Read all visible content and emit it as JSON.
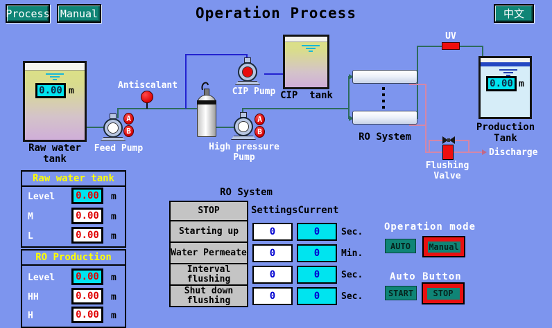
{
  "colors": {
    "background": "#7d95ee",
    "button_teal": "#0f8576",
    "pipe_green": "#2d6b5c",
    "pipe_blue": "#2222d0",
    "pipe_pink": "#d487a8",
    "alarm_red": "#ee0e0e",
    "display_cyan": "#00e4ef",
    "panel_header_yellow": "#ffff00",
    "value_red": "#e00000",
    "value_blue": "#0000d0",
    "table_gray": "#c4c4c4"
  },
  "header": {
    "process_button": "Process",
    "manual_button": "Manual",
    "title": "Operation Process",
    "language_button": "中文"
  },
  "diagram": {
    "raw_water_tank_label": "Raw water tank",
    "raw_water_tank_level": "0.00",
    "raw_water_tank_unit": "m",
    "feed_pump_label": "Feed Pump",
    "antiscalant_label": "Antiscalant",
    "pump_indicator_a": "A",
    "pump_indicator_b": "B",
    "cip_pump_label": "CIP Pump",
    "cip_tank_label": "CIP  tank",
    "high_pressure_pump_label": "High pressure Pump",
    "ro_system_label": "RO System",
    "uv_label": "UV",
    "production_tank_label": "Production Tank",
    "production_tank_level": "0.00",
    "production_tank_unit": "m",
    "flushing_valve_label": "Flushing Valve",
    "discharge_label": "Discharge"
  },
  "raw_water_panel": {
    "title": "Raw water tank",
    "rows": [
      {
        "label": "Level",
        "value": "0.00",
        "unit": "m"
      },
      {
        "label": "M",
        "value": "0.00",
        "unit": "m"
      },
      {
        "label": "L",
        "value": "0.00",
        "unit": "m"
      }
    ]
  },
  "ro_production_panel": {
    "title": "RO Production",
    "rows": [
      {
        "label": "Level",
        "value": "0.00",
        "unit": "m"
      },
      {
        "label": "HH",
        "value": "0.00",
        "unit": "m"
      },
      {
        "label": "H",
        "value": "0.00",
        "unit": "m"
      }
    ]
  },
  "ro_settings": {
    "title": "RO System",
    "status": "STOP",
    "settings_header": "Settings",
    "current_header": "Current",
    "rows": [
      {
        "label": "Starting up",
        "setting": "0",
        "current": "0",
        "unit": "Sec."
      },
      {
        "label": "Water Permeate",
        "setting": "0",
        "current": "0",
        "unit": "Min."
      },
      {
        "label": "Interval flushing",
        "setting": "0",
        "current": "0",
        "unit": "Sec."
      },
      {
        "label": "Shut down flushing",
        "setting": "0",
        "current": "0",
        "unit": "Sec."
      }
    ]
  },
  "controls": {
    "operation_mode_title": "Operation mode",
    "auto_button": "AUTO",
    "manual_button": "Manual",
    "auto_section_title": "Auto Button",
    "start_button": "START",
    "stop_button": "STOP"
  }
}
